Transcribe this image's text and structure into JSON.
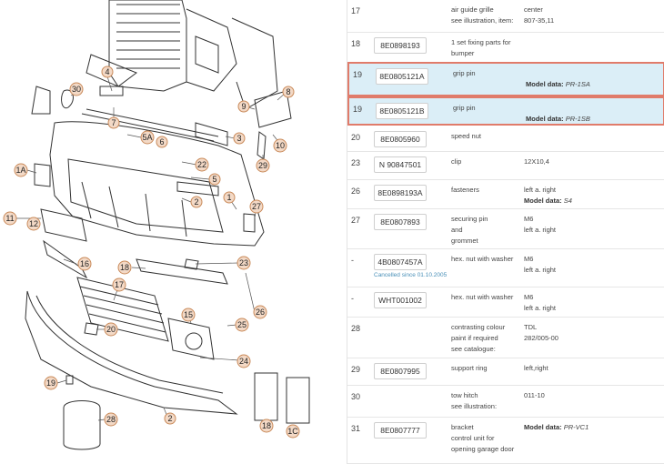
{
  "callouts": [
    "4",
    "30",
    "3",
    "7",
    "5A",
    "6",
    "8",
    "9",
    "10",
    "29",
    "22",
    "1A",
    "5",
    "2",
    "1",
    "27",
    "11",
    "12",
    "16",
    "18",
    "23",
    "17",
    "15",
    "20",
    "25",
    "26",
    "24",
    "19",
    "28",
    "18",
    "1C",
    "2"
  ],
  "rows": [
    {
      "pos": "17",
      "part": "",
      "cancelled": "",
      "desc": [
        "air guide grille",
        "see illustration, item:"
      ],
      "info": [
        {
          "text": "center"
        },
        {
          "text": "807-35,11"
        }
      ],
      "selected": false
    },
    {
      "pos": "18",
      "part": "8E0898193",
      "cancelled": "",
      "desc": [
        "1 set fixing parts for",
        "bumper"
      ],
      "info": [],
      "selected": false
    },
    {
      "pos": "19",
      "part": "8E0805121A",
      "cancelled": "",
      "desc": [
        "grip pin"
      ],
      "info": [
        {
          "text": ""
        },
        {
          "label": "Model data:",
          "value": "PR-1SA"
        }
      ],
      "selected": true
    },
    {
      "pos": "19",
      "part": "8E0805121B",
      "cancelled": "",
      "desc": [
        "grip pin"
      ],
      "info": [
        {
          "text": ""
        },
        {
          "label": "Model data:",
          "value": "PR-1SB"
        }
      ],
      "selected": true
    },
    {
      "pos": "20",
      "part": "8E0805960",
      "cancelled": "",
      "desc": [
        "speed nut"
      ],
      "info": [],
      "selected": false
    },
    {
      "pos": "23",
      "part": "N 90847501",
      "cancelled": "",
      "desc": [
        "clip"
      ],
      "info": [
        {
          "text": "12X10,4"
        }
      ],
      "selected": false
    },
    {
      "pos": "26",
      "part": "8E0898193A",
      "cancelled": "",
      "desc": [
        "fasteners"
      ],
      "info": [
        {
          "text": "left a. right"
        },
        {
          "label": "Model data:",
          "value": "S4"
        }
      ],
      "selected": false
    },
    {
      "pos": "27",
      "part": "8E0807893",
      "cancelled": "",
      "desc": [
        "securing pin",
        "and",
        "grommet"
      ],
      "info": [
        {
          "text": "M6"
        },
        {
          "text": "left a. right"
        }
      ],
      "selected": false
    },
    {
      "pos": "-",
      "part": "4B0807457A",
      "cancelled": "Cancelled since 01.10.2005",
      "desc": [
        "hex. nut with washer"
      ],
      "info": [
        {
          "text": "M6"
        },
        {
          "text": "left a. right"
        }
      ],
      "selected": false
    },
    {
      "pos": "-",
      "part": "WHT001002",
      "cancelled": "",
      "desc": [
        "hex. nut with washer"
      ],
      "info": [
        {
          "text": "M6"
        },
        {
          "text": "left a. right"
        }
      ],
      "selected": false
    },
    {
      "pos": "28",
      "part": "",
      "cancelled": "",
      "desc": [
        "contrasting colour",
        "paint if required",
        "see catalogue:"
      ],
      "info": [
        {
          "text": "TDL"
        },
        {
          "text": "282/005-00"
        }
      ],
      "selected": false
    },
    {
      "pos": "29",
      "part": "8E0807995",
      "cancelled": "",
      "desc": [
        "support ring"
      ],
      "info": [
        {
          "text": "left,right"
        }
      ],
      "selected": false
    },
    {
      "pos": "30",
      "part": "",
      "cancelled": "",
      "desc": [
        "tow hitch",
        "see illustration:"
      ],
      "info": [
        {
          "text": "011-10"
        }
      ],
      "selected": false
    },
    {
      "pos": "31",
      "part": "8E0807777",
      "cancelled": "",
      "desc": [
        "bracket",
        "control unit for",
        "opening garage door"
      ],
      "info": [
        {
          "label": "Model data:",
          "value": "PR-VC1"
        }
      ],
      "selected": false
    }
  ]
}
